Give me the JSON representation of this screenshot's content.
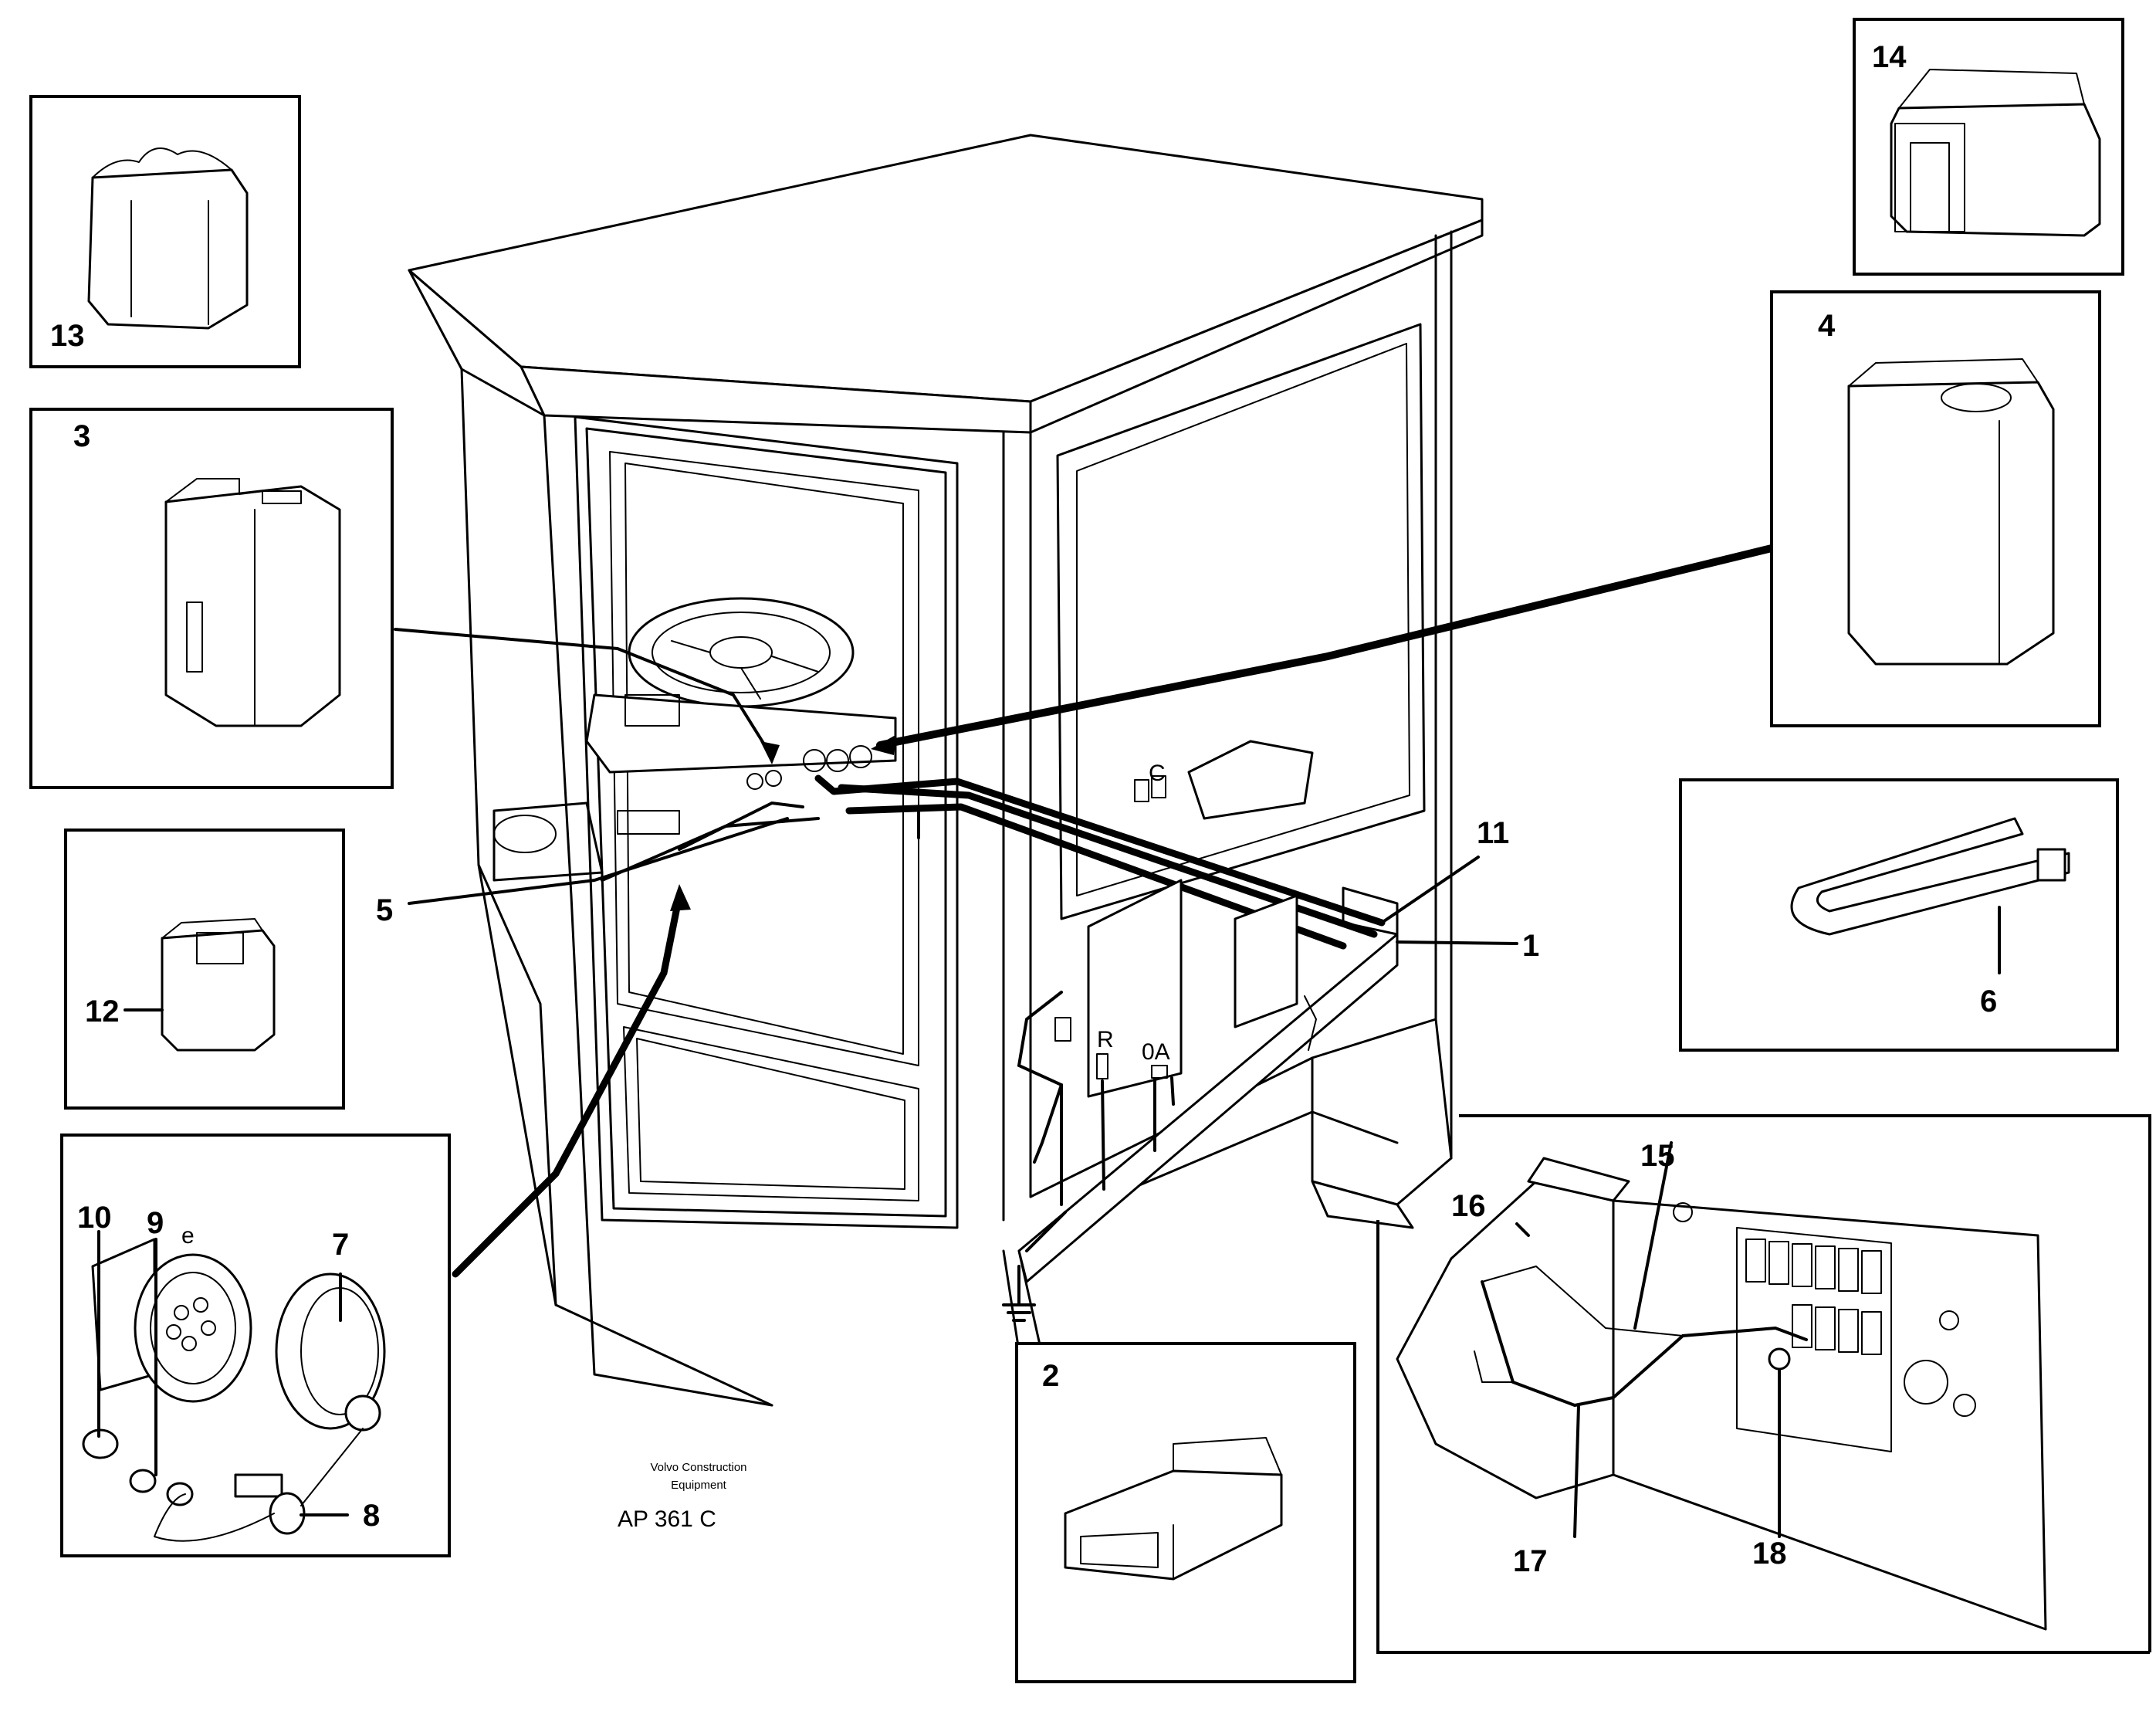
{
  "figure": {
    "credit_line1": "Volvo Construction",
    "credit_line2": "Equipment",
    "figure_code": "AP 361 C"
  },
  "callouts": [
    {
      "id": "1",
      "label": "1"
    },
    {
      "id": "2",
      "label": "2"
    },
    {
      "id": "3",
      "label": "3"
    },
    {
      "id": "4",
      "label": "4"
    },
    {
      "id": "5",
      "label": "5"
    },
    {
      "id": "6",
      "label": "6"
    },
    {
      "id": "7",
      "label": "7"
    },
    {
      "id": "8",
      "label": "8"
    },
    {
      "id": "9",
      "label": "9"
    },
    {
      "id": "10",
      "label": "10"
    },
    {
      "id": "11",
      "label": "11"
    },
    {
      "id": "12",
      "label": "12"
    },
    {
      "id": "13",
      "label": "13"
    },
    {
      "id": "14",
      "label": "14"
    },
    {
      "id": "15",
      "label": "15"
    },
    {
      "id": "16",
      "label": "16"
    },
    {
      "id": "17",
      "label": "17"
    },
    {
      "id": "18",
      "label": "18"
    }
  ],
  "panel_markings": {
    "relay_r": "R",
    "relay_oa": "0A",
    "cab_c": "C",
    "connector_e": "e"
  }
}
